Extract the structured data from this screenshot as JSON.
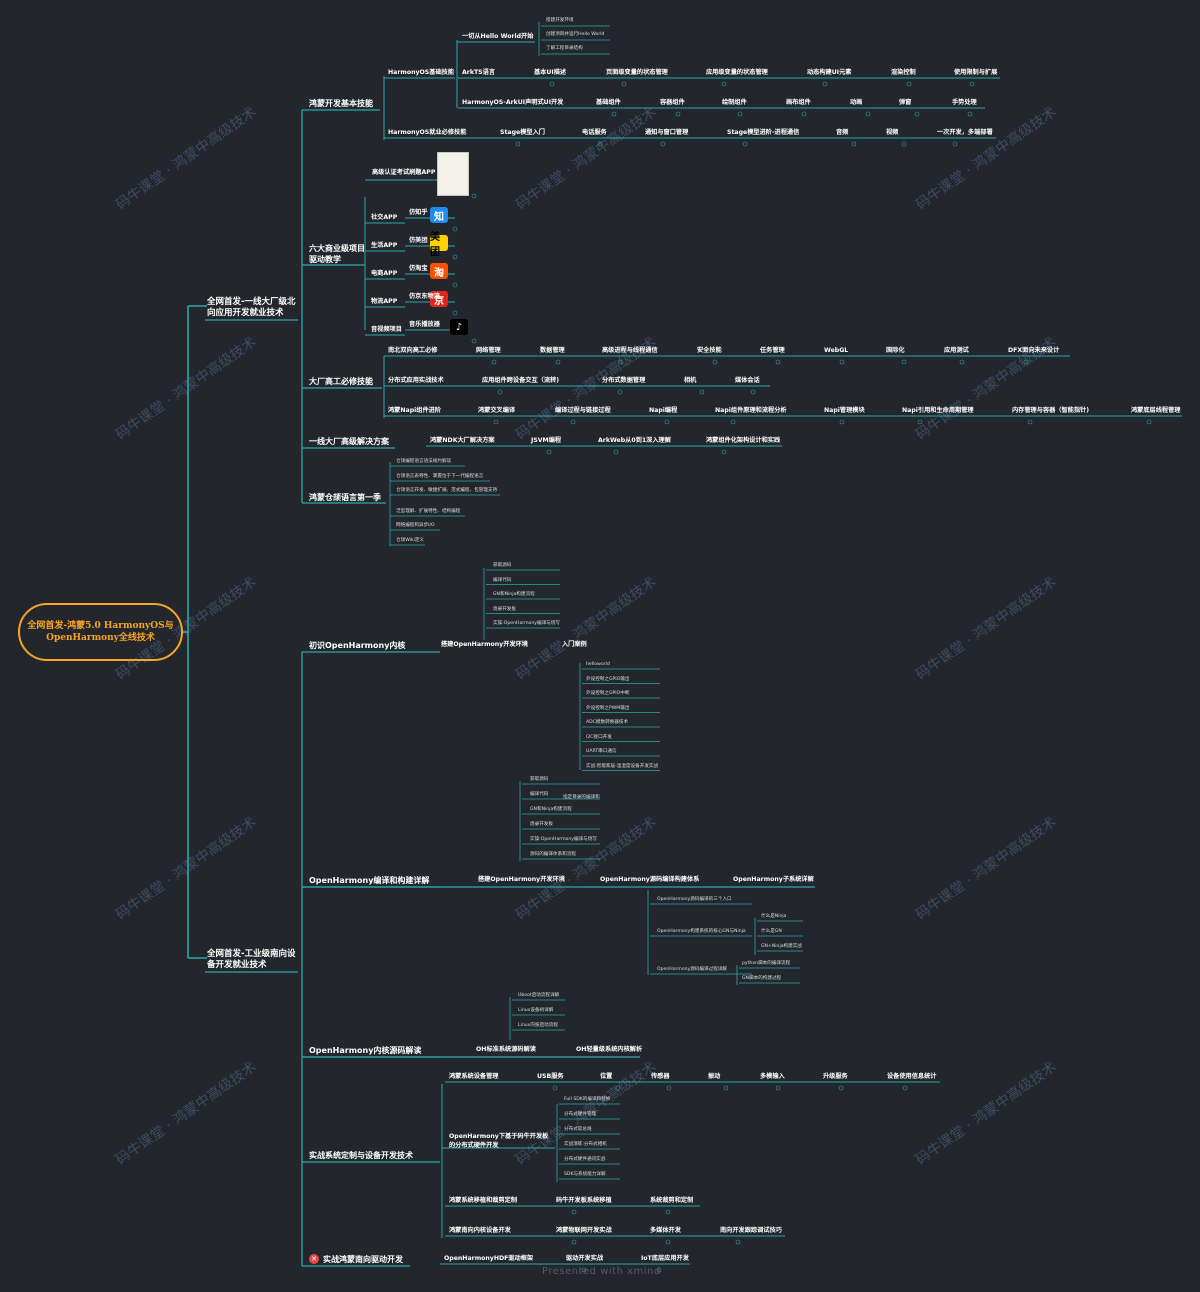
{
  "root": {
    "label": "全网首发-鸿蒙5.0 HarmonyOS与 OpenHarmony全线技术"
  },
  "north": {
    "label": "全网首发-一线大厂级北向应用开发就业技术",
    "basics": {
      "label": "鸿蒙开发基本技能",
      "os_basics": "HarmonyOS基础技能",
      "hello": "一切从Hello World开始",
      "hello_items": [
        "搭建开发环境",
        "创建项目并运行Hello World",
        "了解工程目录结构"
      ],
      "arkts": "ArkTS语言",
      "arkts_items": [
        "基本UI描述",
        "页面级变量的状态管理",
        "应用级变量的状态管理",
        "动态构建UI元素",
        "渲染控制",
        "使用限制与扩展"
      ],
      "arkui": "HarmonyOS-ArkUI声明式UI开发",
      "arkui_items": [
        "基础组件",
        "容器组件",
        "绘制组件",
        "画布组件",
        "动画",
        "弹窗",
        "手势处理"
      ],
      "must": "HarmonyOS就业必修技能",
      "must_items": [
        "Stage模型入门",
        "电话服务",
        "通知与窗口管理",
        "Stage模型进阶-进程通信",
        "音频",
        "视频",
        "一次开发，多端部署"
      ]
    },
    "projects": {
      "label": "六大商业级项目驱动教学",
      "cert": "高级认证考试刷题APP",
      "apps": [
        {
          "cat": "社交APP",
          "name": "仿知乎",
          "icon": "知",
          "color": "#1e8cf0"
        },
        {
          "cat": "生活APP",
          "name": "仿美团",
          "icon": "美团",
          "color": "#ffd100"
        },
        {
          "cat": "电商APP",
          "name": "仿淘宝",
          "icon": "淘",
          "color": "#ff5000"
        },
        {
          "cat": "物流APP",
          "name": "仿京东物流",
          "icon": "京",
          "color": "#e1251b"
        },
        {
          "cat": "音视频项目",
          "name": "音乐播放器",
          "icon": "♪",
          "color": "#000000"
        }
      ]
    },
    "factory": {
      "label": "大厂高工必修技能",
      "row1": [
        "南北双向高工必修",
        "网络管理",
        "数据管理",
        "高级进程与线程通信",
        "安全技能",
        "任务管理",
        "WebGL",
        "国际化",
        "应用测试",
        "DFX面向未来设计"
      ],
      "row2": [
        "分布式应用实战技术",
        "应用组件跨设备交互（流转)",
        "分布式数据管理",
        "相机",
        "媒体会话"
      ],
      "row3": [
        "鸿蒙Napi组件进阶",
        "鸿蒙交叉编译",
        "编译过程与链接过程",
        "Napi编程",
        "Napi组件原理和流程分析",
        "Napi管理模块",
        "Napi引用和生命周期管理",
        "内存管理与容器（智能指针)",
        "鸿蒙底层线程管理"
      ]
    },
    "solutions": {
      "label": "一线大厂高级解决方案",
      "items": [
        "鸿蒙NDK大厂解决方案",
        "JSVM编程",
        "ArkWeb从0到1深入理解",
        "鸿蒙组件化架构设计和实践"
      ]
    },
    "cangjie": {
      "label": "鸿蒙仓颉语言第一季",
      "items": [
        "仓颉编程语言语法规约解读",
        "仓颉语言表特性、掌握位于下一代编程语言",
        "仓颉语言开发、敏捷扩展、范式编程、包管理支持",
        "泛型理解、扩展特性、结构编程",
        "网络编程和异步I/O",
        "仓颉Wiki定义"
      ]
    }
  },
  "south": {
    "label": "全网首发-工业级南向设备开发就业技术",
    "kernel": {
      "label": "初识OpenHarmony内核",
      "env": "搭建OpenHarmony开发环境",
      "env_items": [
        "获取源码",
        "编译代码",
        "GN和Ninja构建流程",
        "烧录开发板",
        "实操:OpenHarmony编译与烧写"
      ],
      "case": "入门案例",
      "case_items": [
        "helloworld",
        "外设控制之GPIO输出",
        "外设控制之GPIO中断",
        "外设控制之PWM输出",
        "ADC模数转换器技术",
        "I2C接口开发",
        "UART串口通信",
        "实战:智能家居-温湿度设备开发实战"
      ]
    },
    "build": {
      "label": "OpenHarmony编译和构建详解",
      "env": "搭建OpenHarmony开发环境",
      "env_items": [
        "获取源码",
        "编译代码",
        "GN和Ninja构建流程",
        "烧录开发板",
        "实操:OpenHarmony编译与烧写",
        "源码的编译体系和流程"
      ],
      "compile_extra": "指定目录的编译和",
      "system": "OpenHarmony源码编译构建体系",
      "system_items": [
        "OpenHarmony源码编译的三个入口",
        "OpenHarmony构建系统的核心GN与Ninja",
        "OpenHarmony源码编译过程详解"
      ],
      "gn_items": [
        "什么是Ninja",
        "什么是GN",
        "GN+Ninja构建实战"
      ],
      "detail_items": [
        "python脚本的编译流程",
        "GN脚本的构建过程"
      ],
      "subsys": "OpenHarmony子系统详解"
    },
    "source": {
      "label": "OpenHarmony内核源码解读",
      "items": [
        "OH标准系统源码解读",
        "OH轻量级系统内核解析"
      ],
      "std_items": [
        "Uboot启动流程详解",
        "Linux设备树详解",
        "Linux内核启动流程"
      ]
    },
    "custom": {
      "label": "实战系统定制与设备开发技术",
      "row1": [
        "鸿蒙系统设备管理",
        "USB服务",
        "位置",
        "传感器",
        "振动",
        "多模输入",
        "升级服务",
        "设备使用信息统计"
      ],
      "dist": "OpenHarmony下基于码牛开发板的分布式硬件开发",
      "dist_items": [
        "Full SDK的编译和替换",
        "分布式硬件管理",
        "分布式软总线",
        "实战演练:分布式相机",
        "分布式硬件通讯实战",
        "SDK与系统能力详解"
      ],
      "row2": [
        "鸿蒙系统移植和裁剪定制",
        "码牛开发板系统移植",
        "系统裁剪和定制"
      ],
      "row3": [
        "鸿蒙南向内核设备开发",
        "鸿蒙物联网开发实战",
        "多媒体开发",
        "南向开发跟踪调试技巧"
      ]
    },
    "driver": {
      "label": "实战鸿蒙南向驱动开发",
      "items": [
        "OpenHarmonyHDF驱动框架",
        "驱动开发实战",
        "IoT底层应用开发"
      ]
    }
  },
  "watermark": "码牛课堂 · 鸿蒙中高级技术",
  "footer": "Presented with xmind",
  "colors": {
    "background": "#23262c",
    "line": "#2aa9a6",
    "root": "#f5a623",
    "text": "#ffffff"
  }
}
